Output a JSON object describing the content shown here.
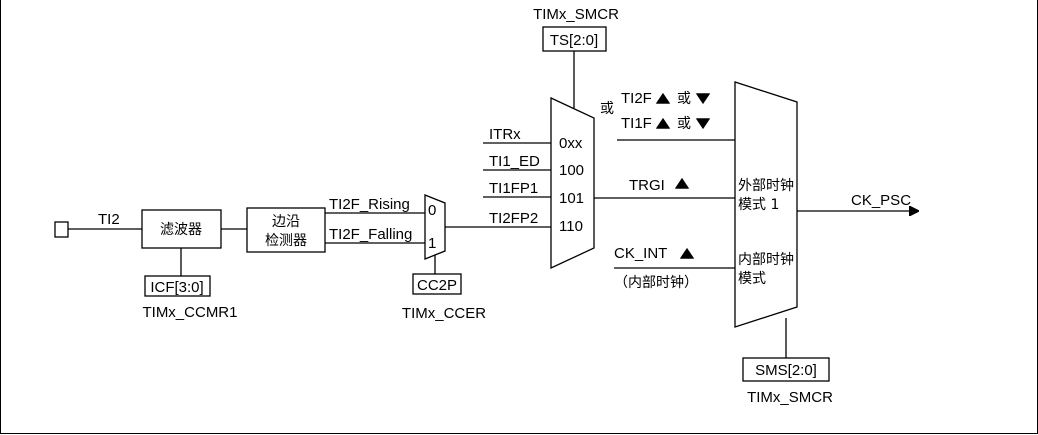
{
  "input": {
    "label": "TI2"
  },
  "filter": {
    "label": "滤波器",
    "reg_field": "ICF[3:0]",
    "reg_name": "TIMx_CCMR1"
  },
  "edge_detector": {
    "line1": "边沿",
    "line2": "检测器"
  },
  "edge_mux": {
    "in0": "TI2F_Rising",
    "in1": "TI2F_Falling",
    "sel0": "0",
    "sel1": "1",
    "reg_field": "CC2P",
    "reg_name": "TIMx_CCER"
  },
  "trigger_mux": {
    "reg_name": "TIMx_SMCR",
    "reg_field": "TS[2:0]",
    "inputs": [
      "ITRx",
      "TI1_ED",
      "TI1FP1",
      "TI2FP2"
    ],
    "codes": [
      "0xx",
      "100",
      "101",
      "110"
    ]
  },
  "mode_mux": {
    "or_left": "或",
    "ti2f": "TI2F",
    "ti1f": "TI1F",
    "or_right": "或",
    "trgi": "TRGI",
    "ck_int": "CK_INT",
    "ck_int_note": "（内部时钟）",
    "ext_mode_line1": "外部时钟",
    "ext_mode_line2": "模式 1",
    "int_mode_line1": "内部时钟",
    "int_mode_line2": "模式",
    "output": "CK_PSC",
    "reg_field": "SMS[2:0]",
    "reg_name": "TIMx_SMCR"
  }
}
